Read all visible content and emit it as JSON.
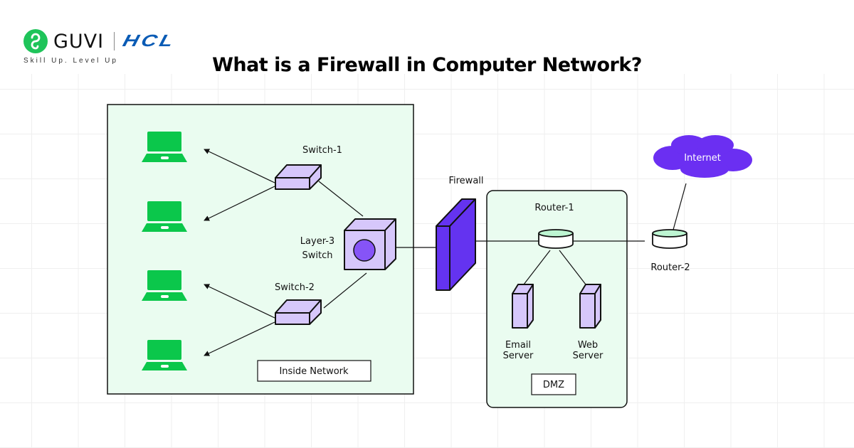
{
  "brand": {
    "guvi_label": "GUVI",
    "partner_label": "HCL",
    "tagline": "Skill Up. Level Up"
  },
  "title": "What is a Firewall in Computer Network?",
  "colors": {
    "zone_fill": "#eafcf0",
    "device_fill": "#d6c7fb",
    "device_accent": "#8654f7",
    "firewall_fill": "#6433f0",
    "cloud_fill": "#6b2ff2",
    "laptop_green": "#0bc74b",
    "hcl_blue": "#0a5bb5",
    "router_top": "#bdf5d2"
  },
  "inside_network": {
    "zone_label": "Inside Network",
    "devices": [
      {
        "id": "laptop-1",
        "type": "laptop"
      },
      {
        "id": "laptop-2",
        "type": "laptop"
      },
      {
        "id": "laptop-3",
        "type": "laptop"
      },
      {
        "id": "laptop-4",
        "type": "laptop"
      }
    ],
    "switch_1_label": "Switch-1",
    "switch_2_label": "Switch-2",
    "layer3_label_line1": "Layer-3",
    "layer3_label_line2": "Switch"
  },
  "firewall_label": "Firewall",
  "dmz": {
    "zone_label": "DMZ",
    "router_label": "Router-1",
    "email_server_line1": "Email",
    "email_server_line2": "Server",
    "web_server_line1": "Web",
    "web_server_line2": "Server"
  },
  "external": {
    "router_label": "Router-2",
    "cloud_label": "Internet"
  },
  "connections": [
    {
      "from": "switch-1",
      "to": "laptop-1",
      "arrow": true
    },
    {
      "from": "switch-1",
      "to": "laptop-2",
      "arrow": true
    },
    {
      "from": "switch-2",
      "to": "laptop-3",
      "arrow": true
    },
    {
      "from": "switch-2",
      "to": "laptop-4",
      "arrow": true
    },
    {
      "from": "switch-1",
      "to": "layer3-switch",
      "arrow": false
    },
    {
      "from": "switch-2",
      "to": "layer3-switch",
      "arrow": false
    },
    {
      "from": "layer3-switch",
      "to": "firewall",
      "arrow": false
    },
    {
      "from": "firewall",
      "to": "router-1",
      "arrow": false
    },
    {
      "from": "router-1",
      "to": "router-2",
      "arrow": false
    },
    {
      "from": "router-1",
      "to": "email-server",
      "arrow": false
    },
    {
      "from": "router-1",
      "to": "web-server",
      "arrow": false
    },
    {
      "from": "router-2",
      "to": "internet",
      "arrow": false
    }
  ]
}
